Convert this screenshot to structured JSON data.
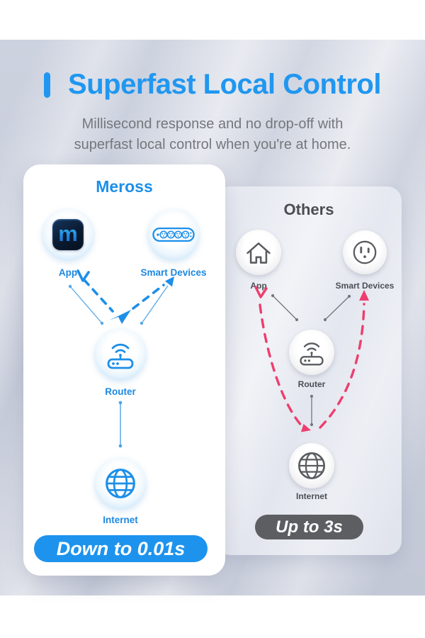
{
  "page": {
    "title": "Superfast Local Control",
    "subtitle_line1": "Millisecond response and no drop-off with",
    "subtitle_line2": "superfast local control when you're at home.",
    "colors": {
      "title_blue": "#2097f0",
      "meross_blue": "#1d8fe8",
      "others_text": "#4a4d52",
      "pink_arrow": "#ee3d6e",
      "pill_blue": "#1d93ee",
      "pill_gray": "#5d5e62",
      "background": "#c7ccda"
    }
  },
  "meross": {
    "title": "Meross",
    "logo_letter": "m",
    "nodes": {
      "app": "App",
      "smart": "Smart Devices",
      "router": "Router",
      "internet": "Internet"
    },
    "badge": "Down to 0.01s"
  },
  "others": {
    "title": "Others",
    "nodes": {
      "app": "App",
      "smart": "Smart Devices",
      "router": "Router",
      "internet": "Internet"
    },
    "badge": "Up to 3s"
  }
}
